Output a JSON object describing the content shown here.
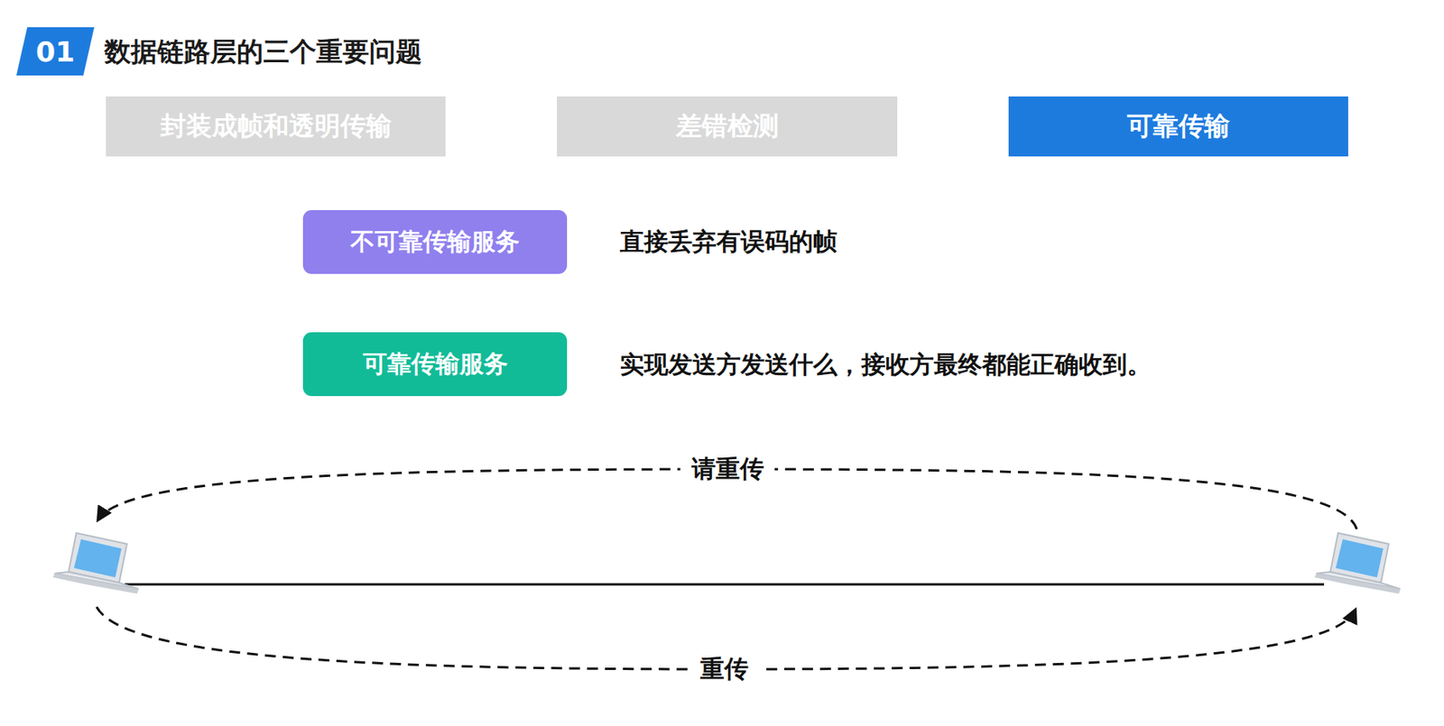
{
  "diagram": {
    "title": "数据链路层的三个重要问题",
    "nodes": [
      {
        "text": [
          "01"
        ]
      },
      {
        "text": [
          "封装成帧和透明传输"
        ]
      },
      {
        "text": [
          "差错检测"
        ]
      },
      {
        "text": [
          "可靠传输"
        ]
      },
      {
        "text": [
          "不可靠传输服务"
        ]
      },
      {
        "text": [
          "可靠传输服务"
        ]
      }
    ],
    "labels": [
      "直接丢弃有误码的帧",
      "实现发送方发送什么，接收方最终都能正确收到。",
      "请重传",
      "重传"
    ]
  }
}
